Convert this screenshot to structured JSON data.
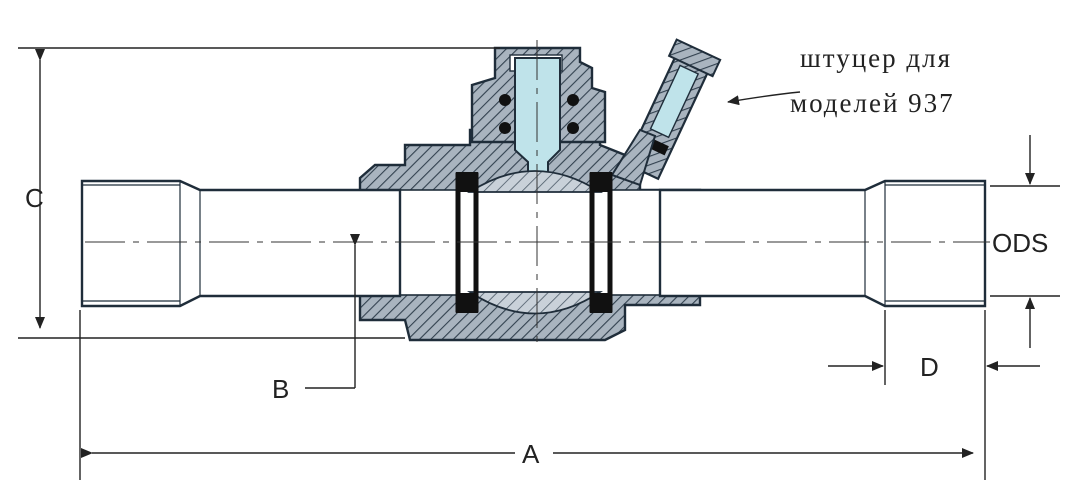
{
  "labels": {
    "A": "A",
    "B": "B",
    "C": "C",
    "D": "D",
    "ODS": "ODS"
  },
  "note": {
    "line1": "штуцер для",
    "line2": "моделей 937"
  },
  "colors": {
    "body_fill": "#a9b4bf",
    "tube_fill": "#ffffff",
    "hatch": "#32414f",
    "outline": "#1f2d3a",
    "stem_fill": "#bfe3ea",
    "seal": "#111111"
  }
}
